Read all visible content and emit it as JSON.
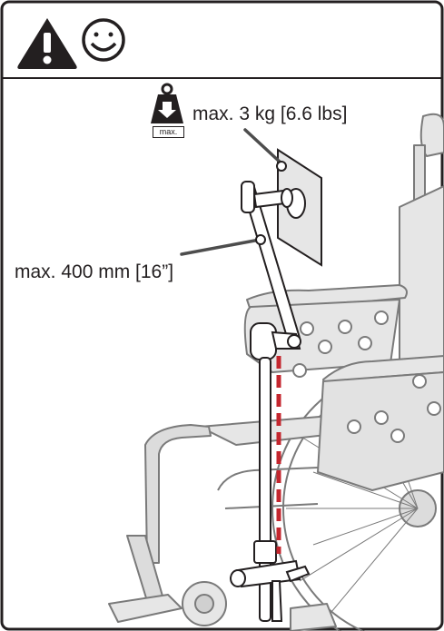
{
  "labels": {
    "weight": "max. 3 kg [6.6 lbs]",
    "length": "max. 400 mm [16”]",
    "weight_tag": "max."
  },
  "icons": [
    "warning-icon",
    "smiley-icon",
    "weight-icon"
  ],
  "colors": {
    "ink": "#231f20",
    "wheelchair_fill": "#e6e6e6",
    "wheelchair_stroke": "#7a7a7a",
    "alignment_line": "#c4262e"
  }
}
